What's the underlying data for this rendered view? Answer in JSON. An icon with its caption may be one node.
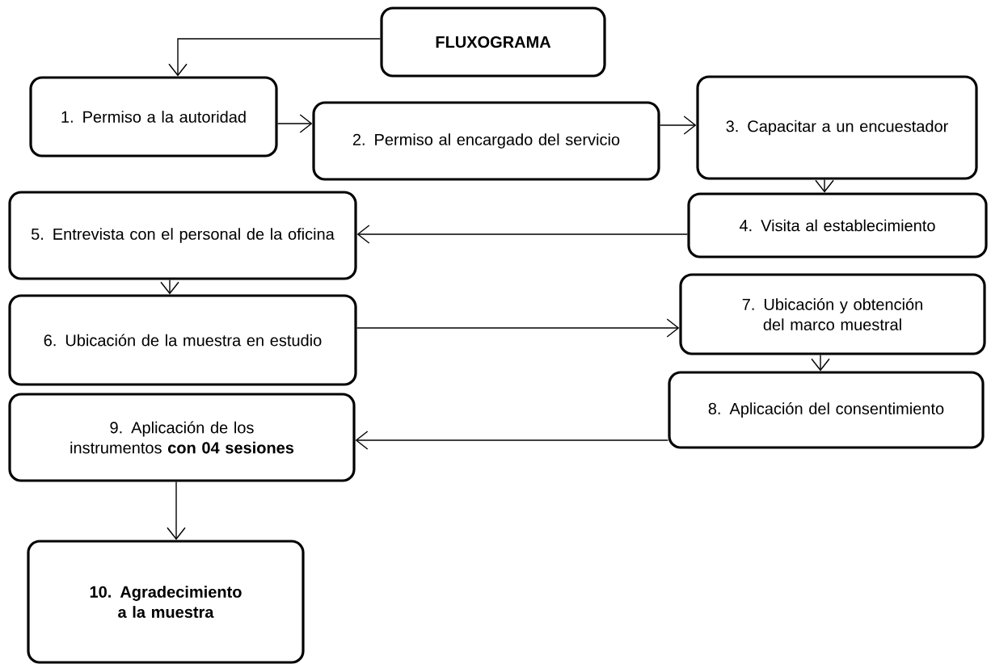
{
  "diagram": {
    "nodes": [
      {
        "text": [
          "FLUXOGRAMA"
        ]
      },
      {
        "text": [
          "1. Permiso a la autoridad"
        ]
      },
      {
        "text": [
          "2. Permiso al encargado del servicio"
        ]
      },
      {
        "text": [
          "3. Capacitar a un encuestador"
        ]
      },
      {
        "text": [
          "4. Visita al establecimiento"
        ]
      },
      {
        "text": [
          "5. Entrevista con el personal de la oficina"
        ]
      },
      {
        "text": [
          "6. Ubicación de la muestra en estudio"
        ]
      },
      {
        "text": [
          "7. Ubicación y obtención del marco muestral"
        ]
      },
      {
        "text": [
          "8. Aplicación del consentimiento"
        ]
      },
      {
        "text": [
          "9. Aplicación de los instrumentos **con 04 sesiones**"
        ]
      },
      {
        "text": [
          "10. Agradecimiento a la muestra"
        ]
      }
    ],
    "edges": [
      {
        "from": 0,
        "to": 1,
        "arrow": "to"
      },
      {
        "from": 1,
        "to": 2,
        "arrow": "to"
      },
      {
        "from": 2,
        "to": 3,
        "arrow": "to"
      },
      {
        "from": 3,
        "to": 4,
        "arrow": "to"
      },
      {
        "from": 4,
        "to": 5,
        "arrow": "to"
      },
      {
        "from": 5,
        "to": 6,
        "arrow": "to"
      },
      {
        "from": 6,
        "to": 7,
        "arrow": "to"
      },
      {
        "from": 7,
        "to": 8,
        "arrow": "to"
      },
      {
        "from": 8,
        "to": 9,
        "arrow": "to"
      },
      {
        "from": 9,
        "to": 10,
        "arrow": "to"
      }
    ]
  }
}
